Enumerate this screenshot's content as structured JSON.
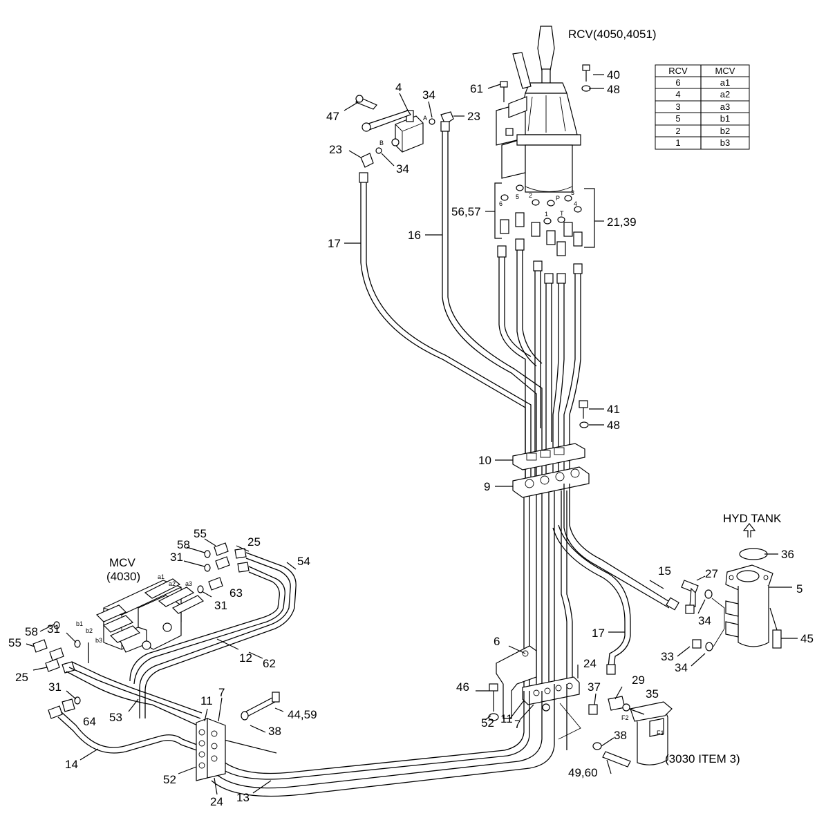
{
  "labels": {
    "rcv_title": "RCV(4050,4051)",
    "mcv_title": "MCV",
    "mcv_code": "(4030)",
    "hyd_tank": "HYD  TANK",
    "filter_ref": "(3030 ITEM 3)",
    "filter_f1": "F1",
    "filter_f2": "F2",
    "port_a": "A",
    "port_b": "B",
    "port_p": "P",
    "port_t": "T"
  },
  "rcv_table": {
    "headers": [
      "RCV",
      "MCV"
    ],
    "rows": [
      [
        "6",
        "a1"
      ],
      [
        "4",
        "a2"
      ],
      [
        "3",
        "a3"
      ],
      [
        "5",
        "b1"
      ],
      [
        "2",
        "b2"
      ],
      [
        "1",
        "b3"
      ]
    ]
  },
  "rcv_ports": [
    "6",
    "5",
    "2",
    "1",
    "3",
    "4"
  ],
  "mcv_ports": [
    "a1",
    "a2",
    "a3",
    "b1",
    "b2",
    "b3"
  ],
  "callouts": {
    "c40": "40",
    "c48a": "48",
    "c61": "61",
    "c4": "4",
    "c34a": "34",
    "c23a": "23",
    "c47": "47",
    "c23b": "23",
    "c34b": "34",
    "c56": "56,57",
    "c2139": "21,39",
    "c17a": "17",
    "c16": "16",
    "c41": "41",
    "c48b": "48",
    "c10": "10",
    "c9": "9",
    "c55a": "55",
    "c25a": "25",
    "c58a": "58",
    "c54": "54",
    "c31a": "31",
    "c63": "63",
    "c31b": "31",
    "c58b": "58",
    "c31c": "31",
    "c55b": "55",
    "c25b": "25",
    "c62": "62",
    "c12": "12",
    "c31d": "31",
    "c64": "64",
    "c53": "53",
    "c14": "14",
    "c11a": "11",
    "c7a": "7",
    "c4459": "44,59",
    "c38a": "38",
    "c52a": "52",
    "c24a": "24",
    "c13": "13",
    "c15": "15",
    "c27": "27",
    "c34c": "34",
    "c17b": "17",
    "c36": "36",
    "c5": "5",
    "c45": "45",
    "c33": "33",
    "c34d": "34",
    "c6": "6",
    "c24b": "24",
    "c46": "46",
    "c37": "37",
    "c29": "29",
    "c35": "35",
    "c52b": "52",
    "c11b": "11",
    "c7b": "7",
    "c38b": "38",
    "c4960": "49,60"
  }
}
